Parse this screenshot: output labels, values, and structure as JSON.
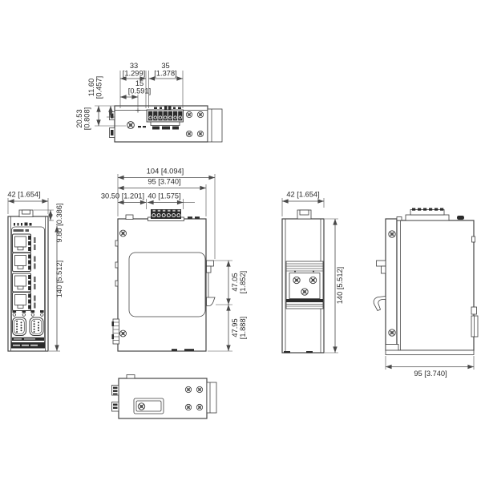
{
  "page": {
    "background": "#ffffff",
    "line_color": "#3c3c3c",
    "text_color": "#2a2a2a"
  },
  "views": {
    "top": {
      "dim_33_mm": "33",
      "dim_33_in": "[1.299]",
      "dim_35_mm": "35",
      "dim_35_in": "[1.378]",
      "dim_15_mm": "15",
      "dim_15_in": "[0.591]",
      "dim_1160_mm": "11.60",
      "dim_1160_in": "[0.457]",
      "dim_2053_mm": "20.53",
      "dim_2053_in": "[0.808]"
    },
    "front": {
      "dim_width": "42 [1.654]",
      "dim_top_offset": "9.80 [0.386]",
      "dim_height": "140 [5.512]"
    },
    "side": {
      "dim_total_depth": "104 [4.094]",
      "dim_body_depth": "95 [3.740]",
      "dim_offset_left": "30.50 [1.201]",
      "dim_terminal": "40 [1.575]",
      "dim_rail_upper_mm": "47.05",
      "dim_rail_upper_in": "[1.852]",
      "dim_rail_lower_mm": "47.95",
      "dim_rail_lower_in": "[1.888]"
    },
    "rear": {
      "dim_width": "42 [1.654]",
      "dim_height": "140 [5.512]"
    },
    "right": {
      "dim_depth": "95 [3.740]"
    }
  }
}
